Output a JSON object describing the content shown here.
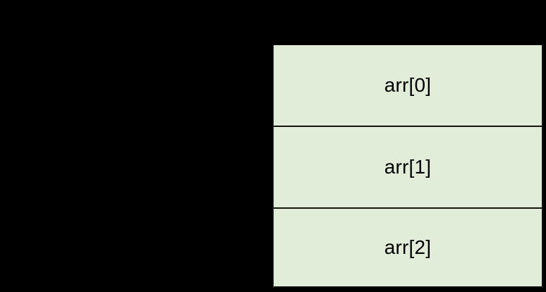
{
  "figure": {
    "type": "array-memory-layout-diagram",
    "background_color": "#000000",
    "cell_fill_color": "#E1EDD8",
    "cell_border_color": "#15170F",
    "label_color": "#000000",
    "title": ""
  },
  "array": {
    "name": "arr",
    "cell_count": 3,
    "cells": [
      {
        "index": 0,
        "label": "arr[0]",
        "value": ""
      },
      {
        "index": 1,
        "label": "arr[1]",
        "value": ""
      },
      {
        "index": 2,
        "label": "arr[2]",
        "value": ""
      }
    ]
  }
}
